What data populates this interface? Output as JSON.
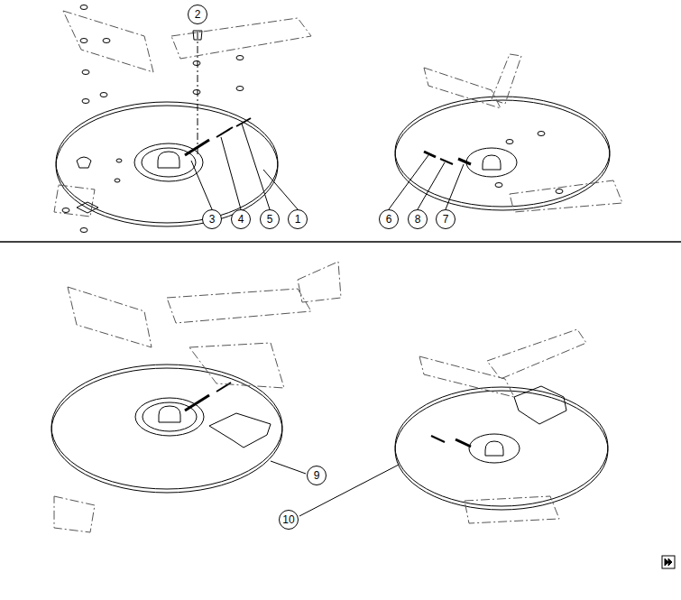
{
  "diagram": {
    "labels": [
      "2",
      "3",
      "4",
      "5",
      "1",
      "6",
      "8",
      "7",
      "9",
      "10"
    ]
  }
}
